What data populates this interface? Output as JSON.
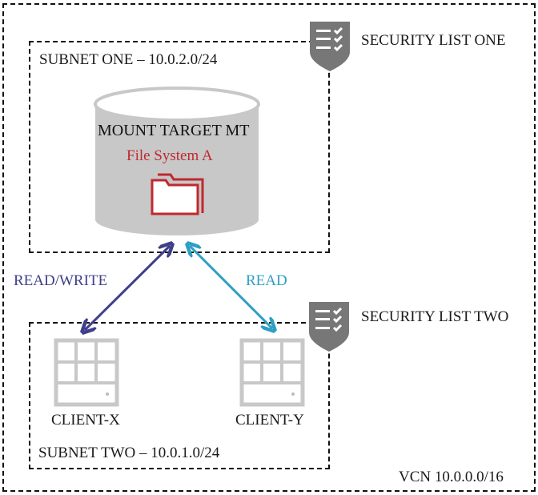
{
  "vcn": {
    "label": "VCN 10.0.0.0/16"
  },
  "subnet_one": {
    "label": "SUBNET ONE – 10.0.2.0/24"
  },
  "subnet_two": {
    "label": "SUBNET TWO – 10.0.1.0/24"
  },
  "security_lists": [
    {
      "label": "SECURITY LIST ONE",
      "icon": "shield-checklist-icon"
    },
    {
      "label": "SECURITY LIST TWO",
      "icon": "shield-checklist-icon"
    }
  ],
  "mount_target": {
    "label": "MOUNT TARGET MT",
    "file_system": "File System A",
    "icon": "folder-icon"
  },
  "clients": [
    {
      "label": "CLIENT-X",
      "icon": "server-icon"
    },
    {
      "label": "CLIENT-Y",
      "icon": "server-icon"
    }
  ],
  "connections": [
    {
      "label": "READ/WRITE",
      "from": "CLIENT-X",
      "to": "MOUNT TARGET MT",
      "color": "#3f3f8a"
    },
    {
      "label": "READ",
      "from": "CLIENT-Y",
      "to": "MOUNT TARGET MT",
      "color": "#2e9fc4"
    }
  ],
  "colors": {
    "file_system": "#c0282f",
    "cylinder": "#c8c8c8",
    "shield": "#777777",
    "server": "#c8c8c8"
  }
}
